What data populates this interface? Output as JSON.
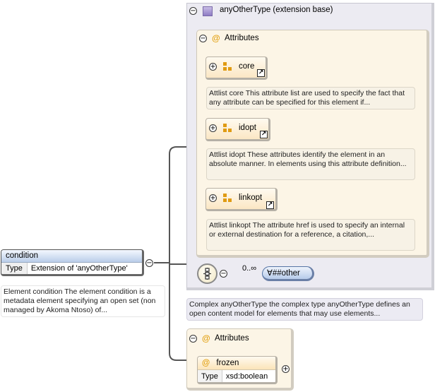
{
  "complex_type": {
    "title": "anyOtherType (extension base)",
    "doc": "Complex anyOtherType the complex type anyOtherType defines an open content model for elements that may use elements..."
  },
  "attributes_group": {
    "title": "Attributes",
    "refs": [
      {
        "name": "core",
        "doc": "Attlist core This attribute list are used to specify the fact that any attribute can be specified for this element if..."
      },
      {
        "name": "idopt",
        "doc": "Attlist idopt These attributes identify the element in an absolute manner. In elements using this attribute definition..."
      },
      {
        "name": "linkopt",
        "doc": "Attlist linkopt The attribute href is used to specify an internal or external destination for a reference, a citation,..."
      }
    ]
  },
  "sequence": {
    "cardinality": "0..∞",
    "wildcard": "##other",
    "wildcard_symbol": "∀"
  },
  "element": {
    "name": "condition",
    "type_label": "Type",
    "type_value": "Extension of 'anyOtherType'",
    "doc": "Element condition The element condition is a metadata element specifying an open set (non managed by Akoma Ntoso) of..."
  },
  "attributes_group2": {
    "title": "Attributes",
    "attribute": {
      "name": "frozen",
      "type_label": "Type",
      "type_value": "xsd:boolean"
    }
  },
  "symbols": {
    "collapse": "−",
    "expand": "+",
    "attr": "@",
    "link": "↗"
  },
  "colors": {
    "element_header": "#b9cde9",
    "attribute_bg": "#fcf5e6",
    "complex_bg": "#ecebf2",
    "attr_symbol": "#e3a214"
  }
}
